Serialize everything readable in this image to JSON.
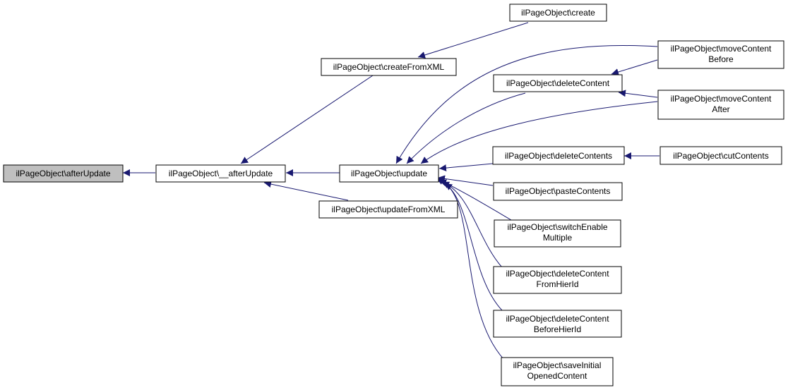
{
  "colors": {
    "edge": "#191970",
    "focus_fill": "#bfbfbf",
    "node_fill": "#ffffff",
    "border": "#000000"
  },
  "nodes": {
    "afterUpdate": [
      "ilPageObject\\afterUpdate"
    ],
    "__afterUpdate": [
      "ilPageObject\\__afterUpdate"
    ],
    "createFromXML": [
      "ilPageObject\\createFromXML"
    ],
    "updateFromXML": [
      "ilPageObject\\updateFromXML"
    ],
    "update": [
      "ilPageObject\\update"
    ],
    "create": [
      "ilPageObject\\create"
    ],
    "moveContentBefore": [
      "ilPageObject\\moveContent",
      "Before"
    ],
    "deleteContent": [
      "ilPageObject\\deleteContent"
    ],
    "moveContentAfter": [
      "ilPageObject\\moveContent",
      "After"
    ],
    "deleteContents": [
      "ilPageObject\\deleteContents"
    ],
    "cutContents": [
      "ilPageObject\\cutContents"
    ],
    "pasteContents": [
      "ilPageObject\\pasteContents"
    ],
    "switchEnableMultiple": [
      "ilPageObject\\switchEnable",
      "Multiple"
    ],
    "deleteContentFromHierId": [
      "ilPageObject\\deleteContent",
      "FromHierId"
    ],
    "deleteContentBeforeHierId": [
      "ilPageObject\\deleteContent",
      "BeforeHierId"
    ],
    "saveInitialOpenedContent": [
      "ilPageObject\\saveInitial",
      "OpenedContent"
    ]
  }
}
